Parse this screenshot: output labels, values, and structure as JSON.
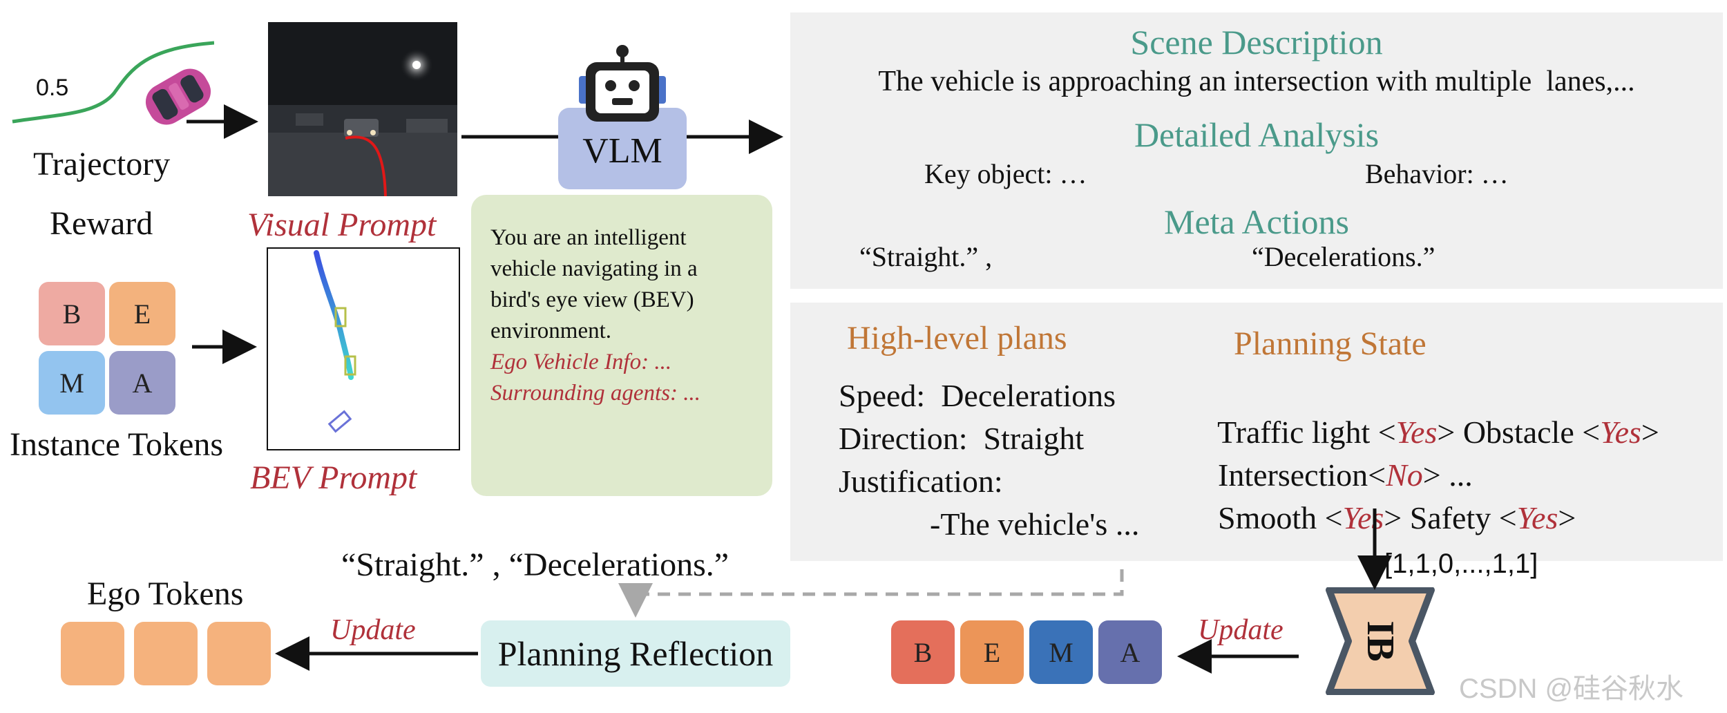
{
  "trajectory_reward": {
    "value_label": "0.5",
    "title_line1": "Trajectory",
    "title_line2": "Reward"
  },
  "visual_prompt": {
    "label": "Visual Prompt"
  },
  "bev_prompt": {
    "label": "BEV Prompt"
  },
  "instance_tokens": {
    "title": "Instance Tokens",
    "tokens": [
      "B",
      "E",
      "M",
      "A"
    ],
    "colors": [
      "#eeaaa2",
      "#f3b27d",
      "#93c4ef",
      "#9a9cc8"
    ]
  },
  "vlm": {
    "label": "VLM"
  },
  "system_prompt": {
    "lines": [
      "You are an intelligent",
      "vehicle navigating in a",
      "bird's eye view (BEV)",
      "environment."
    ],
    "italic_lines": [
      "Ego Vehicle Info: ...",
      "Surrounding agents: ..."
    ]
  },
  "scene_panel": {
    "scene_title": "Scene Description",
    "scene_text": "The vehicle is approaching an intersection with multiple  lanes,...",
    "analysis_title": "Detailed Analysis",
    "key_object": "Key object: …",
    "behavior": "Behavior: …",
    "meta_title": "Meta Actions",
    "meta_left": "“Straight.” ,",
    "meta_right": "“Decelerations.”"
  },
  "plans_panel": {
    "plans_title": "High-level plans",
    "speed": "Speed:  Decelerations",
    "direction": "Direction:  Straight",
    "justification": "Justification:",
    "justification_text": "-The vehicle's ...",
    "state_title": "Planning State",
    "traffic_light": "Traffic light <",
    "yes": "Yes",
    "no": "No",
    "obstacle": "> Obstacle <",
    "close": ">",
    "intersection": "Intersection<",
    "intersection_tail": "> ...",
    "smooth": "Smooth <",
    "safety": "> Safety <"
  },
  "state_vector": "[1,1,0,...,1,1]",
  "meta_feedback": "“Straight.” , “Decelerations.”",
  "ego_tokens": {
    "title": "Ego Tokens",
    "color": "#f5b27d"
  },
  "planning_reflection": {
    "label": "Planning Reflection"
  },
  "update_label": "Update",
  "ib": {
    "label": "IB"
  },
  "bema_bottom": {
    "tokens": [
      "B",
      "E",
      "M",
      "A"
    ],
    "colors": [
      "#e46f5b",
      "#ec9558",
      "#3a72b8",
      "#6670ad"
    ]
  },
  "watermark": "CSDN @硅谷秋水",
  "colors": {
    "teal": "#4a9a8a",
    "orange": "#c07636",
    "red": "#b0313a",
    "panel": "#f0f0f0",
    "prompt_box": "#dfeacd",
    "vlm_box": "#b4c0e6",
    "reflection_box": "#d8f0ef"
  }
}
